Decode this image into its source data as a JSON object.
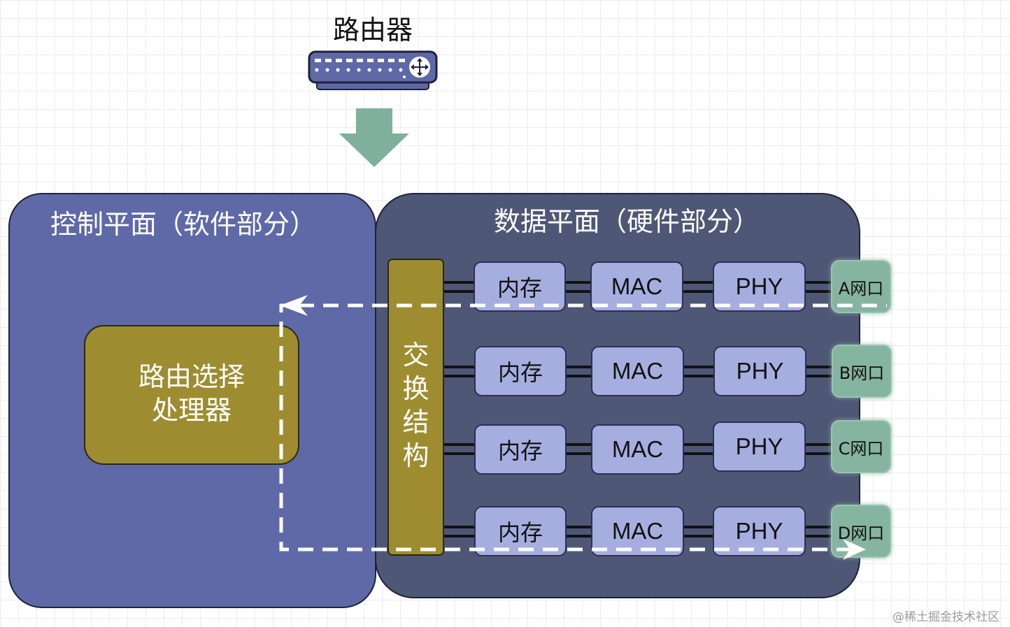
{
  "router": {
    "title": "路由器",
    "icon": "router-icon"
  },
  "control_plane": {
    "title": "控制平面（软件部分）",
    "processor": {
      "line1": "路由选择",
      "line2": "处理器"
    }
  },
  "data_plane": {
    "title": "数据平面（硬件部分）",
    "switch_fabric": {
      "chars": [
        "交",
        "换",
        "结",
        "构"
      ]
    },
    "rows": [
      {
        "memory": "内存",
        "mac": "MAC",
        "phy": "PHY",
        "port": "A网口"
      },
      {
        "memory": "内存",
        "mac": "MAC",
        "phy": "PHY",
        "port": "B网口"
      },
      {
        "memory": "内存",
        "mac": "MAC",
        "phy": "PHY",
        "port": "C网口"
      },
      {
        "memory": "内存",
        "mac": "MAC",
        "phy": "PHY",
        "port": "D网口"
      }
    ]
  },
  "colors": {
    "control_plane": "#5f69a8",
    "data_plane": "#4f5776",
    "processor": "#9d8d30",
    "component": "#a6aee0",
    "port": "#85b4a0",
    "arrow": "#7fb09e"
  },
  "watermark": "@稀土掘金技术社区"
}
